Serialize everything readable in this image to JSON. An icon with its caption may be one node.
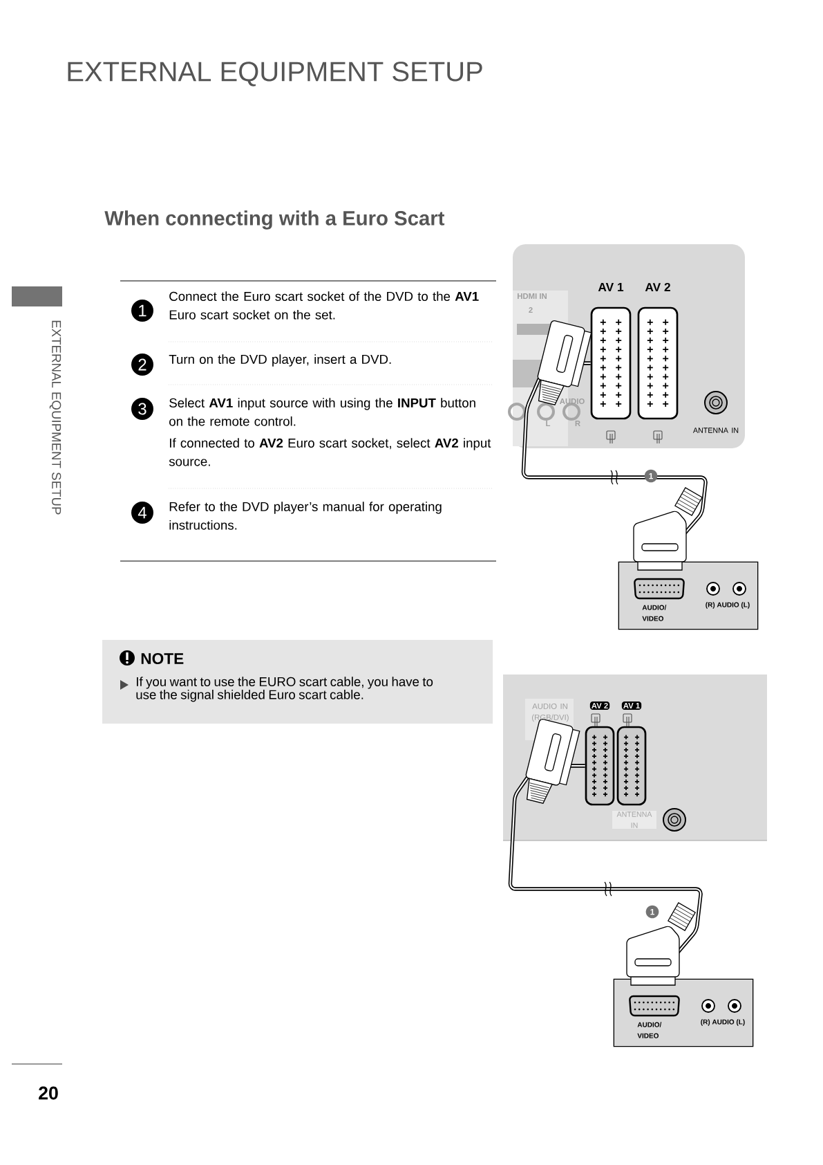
{
  "diagram": {
    "title": "EXTERNAL EQUIPMENT SETUP",
    "nodes": [
      {
        "text": [
          "AV 1"
        ]
      },
      {
        "text": [
          "AV 2"
        ]
      },
      {
        "text": [
          "ANTENNA IN"
        ]
      },
      {
        "text": [
          "AUDIO/ VIDEO",
          "(R) AUDIO (L)"
        ]
      },
      {
        "text": [
          "NOTE",
          "If you want to use the EURO scart cable, you have to use the signal shielded Euro scart cable."
        ]
      },
      {
        "text": [
          "AV 2"
        ]
      },
      {
        "text": [
          "AV 1"
        ]
      },
      {
        "text": [
          "ANTENNA IN"
        ]
      },
      {
        "text": [
          "AUDIO/ VIDEO",
          "(R) AUDIO (L)"
        ]
      }
    ],
    "edges": [
      {
        "from": 0,
        "to": 3,
        "arrow": "none",
        "label": "1"
      },
      {
        "from": 5,
        "to": 8,
        "arrow": "none",
        "label": "1"
      }
    ],
    "labels": [
      "When connecting with a Euro Scart",
      "EXTERNAL EQUIPMENT SETUP",
      "1",
      "Connect the Euro scart socket of the DVD to the **AV1** Euro scart socket on the set.",
      "2",
      "Turn on the DVD player, insert a DVD.",
      "3",
      "Select **AV1** input source with using the **INPUT** button on the remote control.",
      "If connected to **AV2** Euro scart socket, select **AV2** input source.",
      "4",
      "Refer to the DVD player’s manual for operating instructions.",
      "HDMI IN",
      "2",
      "AUDIO",
      "L",
      "R",
      "AUDIO IN (RGB/DVI)",
      "20"
    ]
  }
}
